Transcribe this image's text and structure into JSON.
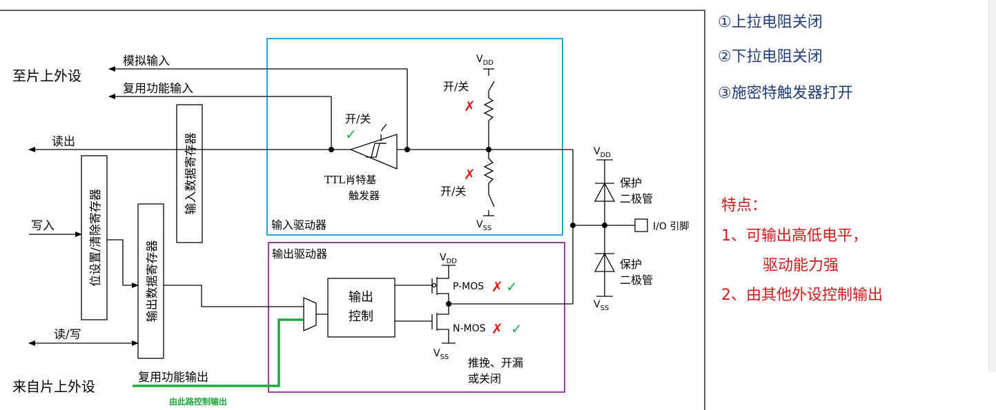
{
  "diagram": {
    "left_labels": {
      "to_peripheral": "至片上外设",
      "analog_input": "模拟输入",
      "alt_func_input": "复用功能输入",
      "read_out": "读出",
      "write_in": "写入",
      "read_write": "读/写",
      "from_peripheral": "来自片上外设",
      "alt_func_output": "复用功能输出",
      "green_note": "由此路控制输出"
    },
    "registers": {
      "input_data": "输入数据寄存器",
      "bit_set_reset": "位设置/清除寄存器",
      "output_data": "输出数据寄存器"
    },
    "input_driver": {
      "title": "输入驱动器",
      "schmitt_switch": "开/关",
      "schmitt_line1": "TTL肖特基",
      "schmitt_line2": "触发器",
      "pullup_switch": "开/关",
      "pulldown_switch": "开/关",
      "vdd": "V",
      "vdd_sub": "DD",
      "vss": "V",
      "vss_sub": "SS",
      "pullup_mark": "✗",
      "pulldown_mark": "✗",
      "schmitt_mark": "✓"
    },
    "output_driver": {
      "title": "输出驱动器",
      "control_line1": "输出",
      "control_line2": "控制",
      "pmos": "P-MOS",
      "nmos": "N-MOS",
      "pmos_x": "✗",
      "pmos_check": "✓",
      "nmos_x": "✗",
      "nmos_check": "✓",
      "mode_line1": "推挽、开漏",
      "mode_line2": "或关闭"
    },
    "protection": {
      "diode_line1": "保护",
      "diode_line2": "二极管",
      "pin_label": "I/O 引脚"
    }
  },
  "notes": {
    "item1": "①上拉电阻关闭",
    "item2": "②下拉电阻关闭",
    "item3": "③施密特触发器打开"
  },
  "features": {
    "title": "特点：",
    "line1": "1、可输出高低电平，",
    "line2": "驱动能力强",
    "line3": "2、由其他外设控制输出"
  },
  "colors": {
    "input_box": "#1fa5e0",
    "output_box": "#9b3fa3",
    "green_path": "#1aab3c",
    "cross_red": "#e01515",
    "check_green": "#23a84a",
    "notes_blue": "#1f3b7a",
    "features_red": "#d01818"
  }
}
